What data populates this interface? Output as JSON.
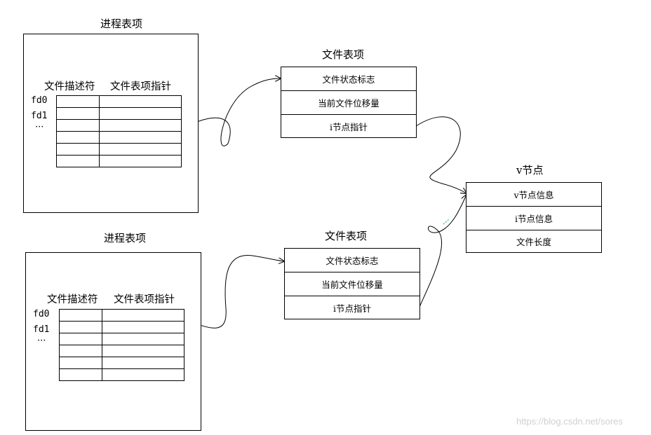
{
  "process_tables": [
    {
      "title": "进程表项",
      "col_fd": "文件描述符",
      "col_ptr": "文件表项指针",
      "fd_labels": [
        "fd0",
        "fd1"
      ],
      "ellipsis": "···"
    },
    {
      "title": "进程表项",
      "col_fd": "文件描述符",
      "col_ptr": "文件表项指针",
      "fd_labels": [
        "fd0",
        "fd1"
      ],
      "ellipsis": "···"
    }
  ],
  "file_tables": [
    {
      "title": "文件表项",
      "fields": [
        "文件状态标志",
        "当前文件位移量",
        "i节点指针"
      ]
    },
    {
      "title": "文件表项",
      "fields": [
        "文件状态标志",
        "当前文件位移量",
        "i节点指针"
      ]
    }
  ],
  "vnode": {
    "title": "v节点",
    "fields": [
      "v节点信息",
      "i节点信息",
      "文件长度"
    ]
  },
  "watermark": "https://blog.csdn.net/sores",
  "colors": {
    "line": "#000000",
    "background": "#ffffff",
    "watermark": "#d0d0d0",
    "glitch": "#00cc44"
  }
}
